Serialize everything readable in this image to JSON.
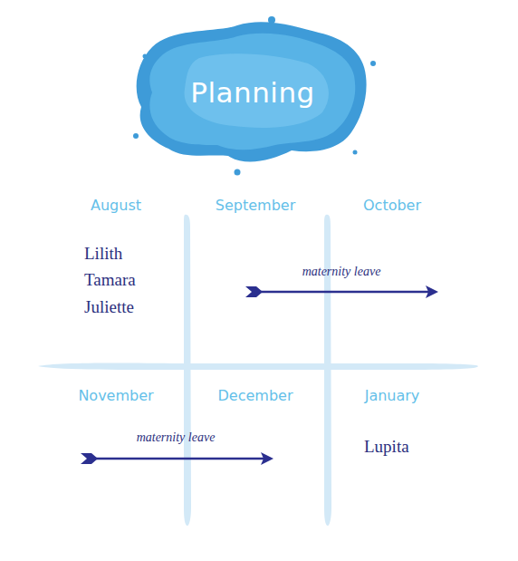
{
  "diagram": {
    "title": "Planning",
    "labels": [
      "August",
      "September",
      "October",
      "Lilith",
      "Tamara",
      "Juliette",
      "maternity leave",
      "November",
      "December",
      "January",
      "maternity leave",
      "Lupita"
    ]
  }
}
